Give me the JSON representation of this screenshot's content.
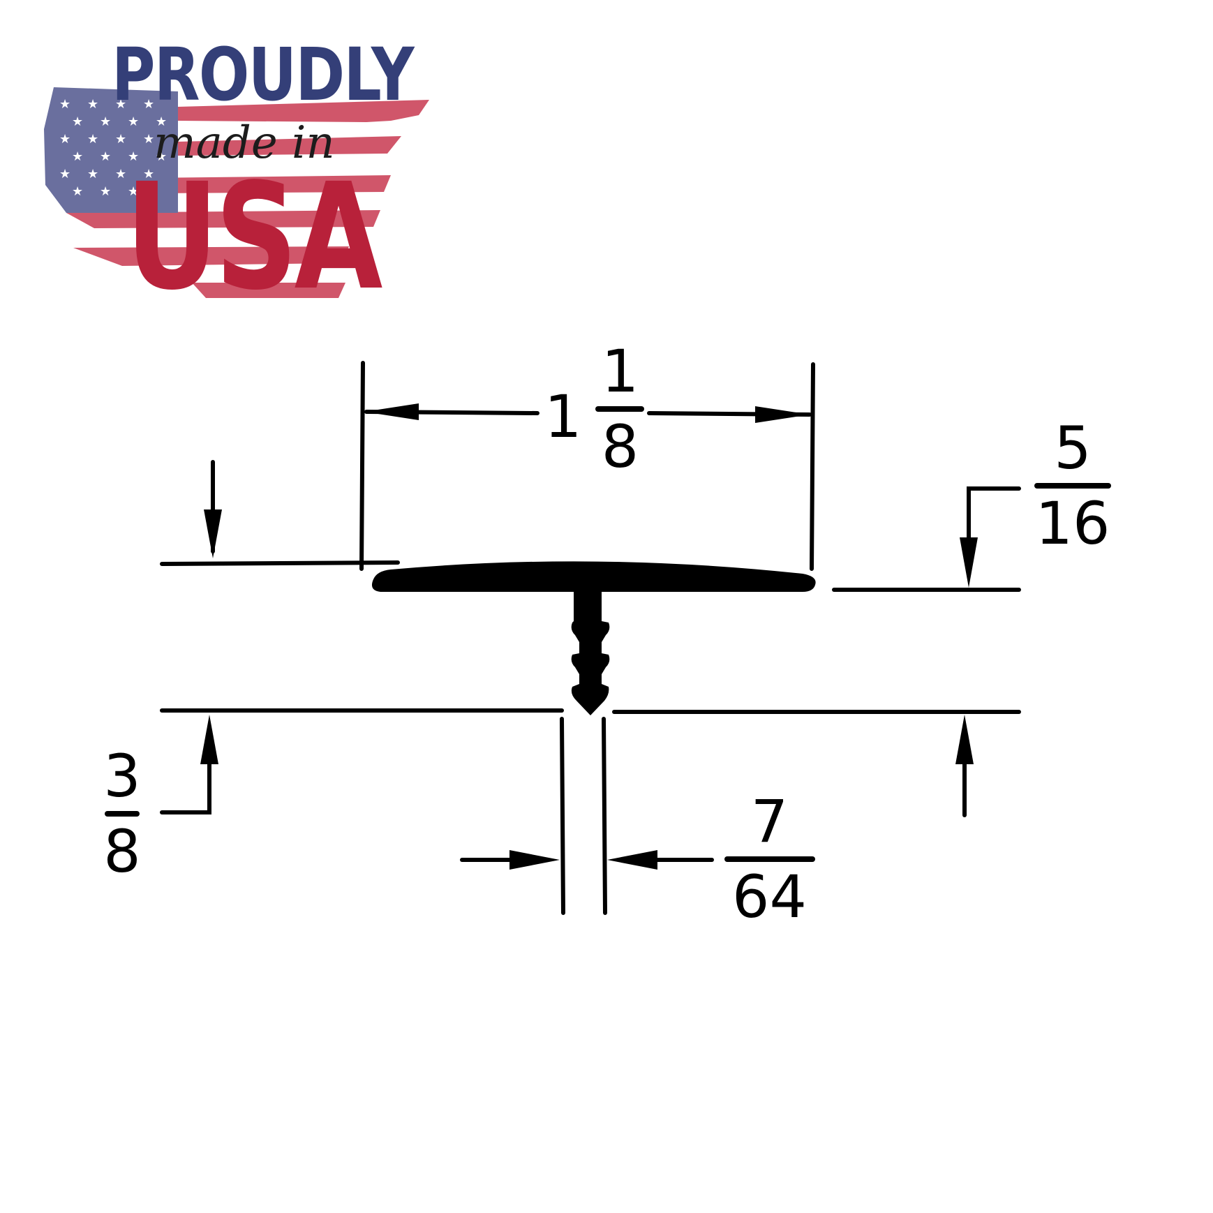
{
  "logo": {
    "line1": "PROUDLY",
    "line2": "made in",
    "line3": "USA",
    "colors": {
      "blue": "#343f78",
      "red": "#b8213a",
      "stripe_red": "#d0566a",
      "canton_blue": "#6a6f9e",
      "script": "#1c1c1c"
    }
  },
  "diagram": {
    "subject": "T-molding profile cross-section",
    "line_color": "#000000",
    "dimensions": {
      "top_width": {
        "whole": "1",
        "numerator": "1",
        "denominator": "8"
      },
      "cap_thickness": {
        "numerator": "5",
        "denominator": "16"
      },
      "stem_depth": {
        "numerator": "3",
        "denominator": "8"
      },
      "stem_width": {
        "numerator": "7",
        "denominator": "64"
      }
    }
  }
}
